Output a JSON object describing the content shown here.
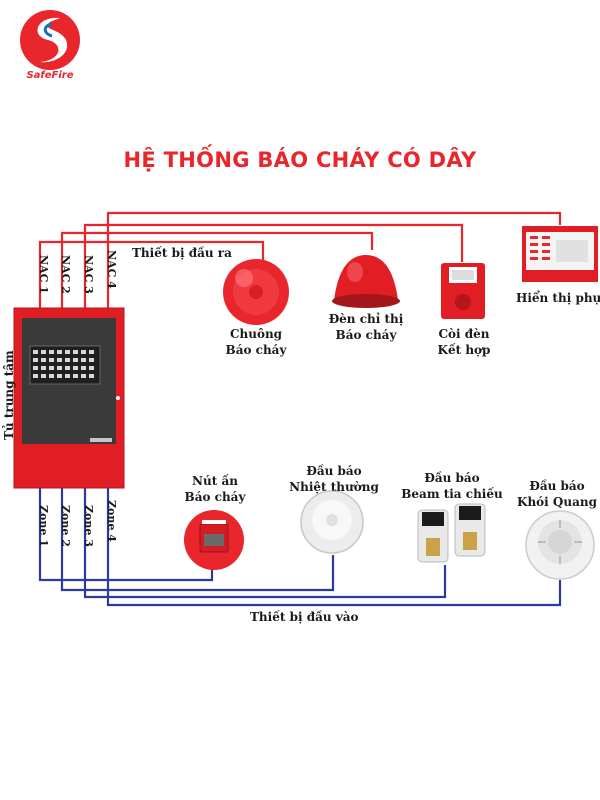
{
  "brand": {
    "name": "SafeFire"
  },
  "title": "HỆ THỐNG BÁO CHÁY CÓ DÂY",
  "panel": {
    "label": "Tủ trung tâm"
  },
  "outputs": {
    "group_label": "Thiết bị đầu ra",
    "circuits": [
      "NAC 1",
      "NAC 2",
      "NAC 3",
      "NAC 4"
    ],
    "devices": [
      {
        "line1": "Chuông",
        "line2": "Báo cháy"
      },
      {
        "line1": "Đèn chỉ thị",
        "line2": "Báo cháy"
      },
      {
        "line1": "Còi đèn",
        "line2": "Kết hợp"
      },
      {
        "line1": "Hiển thị phụ",
        "line2": ""
      }
    ]
  },
  "inputs": {
    "group_label": "Thiết bị đầu vào",
    "zones": [
      "Zone 1",
      "Zone 2",
      "Zone 3",
      "Zone 4"
    ],
    "devices": [
      {
        "line1": "Nút ấn",
        "line2": "Báo cháy"
      },
      {
        "line1": "Đầu báo",
        "line2": "Nhiệt thường"
      },
      {
        "line1": "Đầu báo",
        "line2": "Beam tia chiếu"
      },
      {
        "line1": "Đầu báo",
        "line2": "Khói Quang"
      }
    ]
  },
  "colors": {
    "output_wire": "#e8262c",
    "input_wire": "#2b3aa0",
    "panel_red": "#e01e24",
    "panel_dark": "#3a3a3a",
    "title": "#e8262c"
  }
}
